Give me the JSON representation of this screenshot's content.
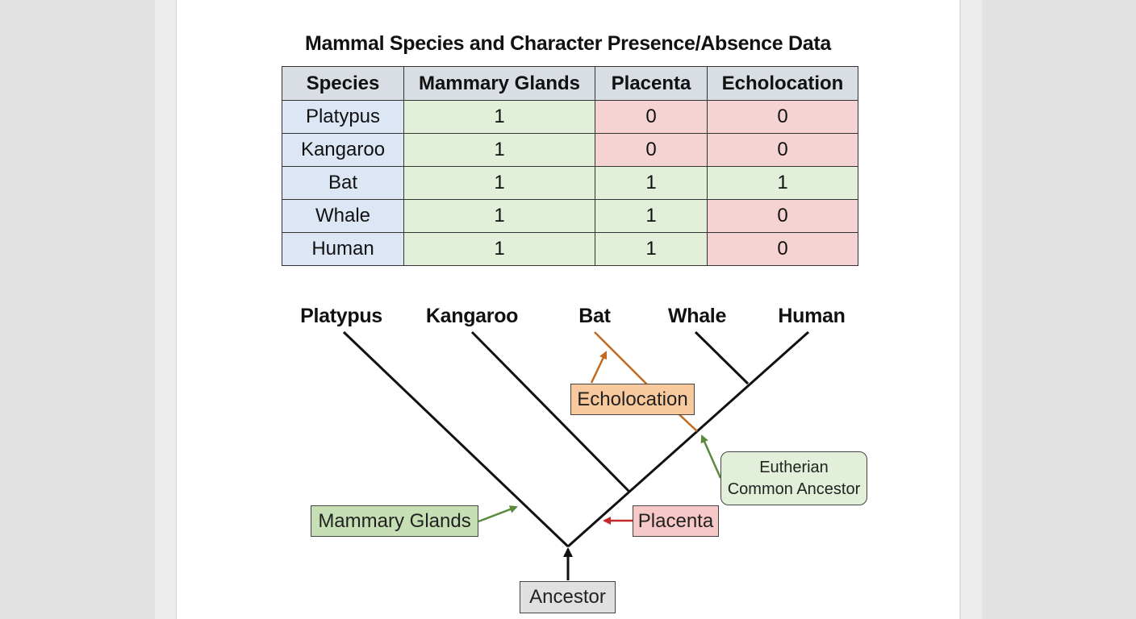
{
  "title": "Mammal Species and Character Presence/Absence Data",
  "table": {
    "headers": [
      "Species",
      "Mammary Glands",
      "Placenta",
      "Echolocation"
    ],
    "rows": [
      {
        "species": "Platypus",
        "mammary_glands": "1",
        "placenta": "0",
        "echolocation": "0"
      },
      {
        "species": "Kangaroo",
        "mammary_glands": "1",
        "placenta": "0",
        "echolocation": "0"
      },
      {
        "species": "Bat",
        "mammary_glands": "1",
        "placenta": "1",
        "echolocation": "1"
      },
      {
        "species": "Whale",
        "mammary_glands": "1",
        "placenta": "1",
        "echolocation": "0"
      },
      {
        "species": "Human",
        "mammary_glands": "1",
        "placenta": "1",
        "echolocation": "0"
      }
    ],
    "colors": {
      "present": "#e2f0d9",
      "absent": "#f6d3d3",
      "species": "#dce6f4",
      "header": "#d9dde4"
    }
  },
  "cladogram": {
    "taxa": [
      "Platypus",
      "Kangaroo",
      "Bat",
      "Whale",
      "Human"
    ],
    "labels": {
      "mammary_glands": "Mammary Glands",
      "echolocation": "Echolocation",
      "placenta": "Placenta",
      "eutherian_line1": "Eutherian",
      "eutherian_line2": "Common Ancestor",
      "ancestor": "Ancestor"
    },
    "colors": {
      "mammary_glands": "#c6dfb4",
      "echolocation": "#f7c99d",
      "placenta": "#f6c8c8",
      "eutherian": "#e2f0d9",
      "ancestor": "#e0e0e0",
      "green_arrow": "#5a8a3c",
      "orange_arrow": "#c06a1e",
      "red_arrow": "#c62828"
    }
  }
}
